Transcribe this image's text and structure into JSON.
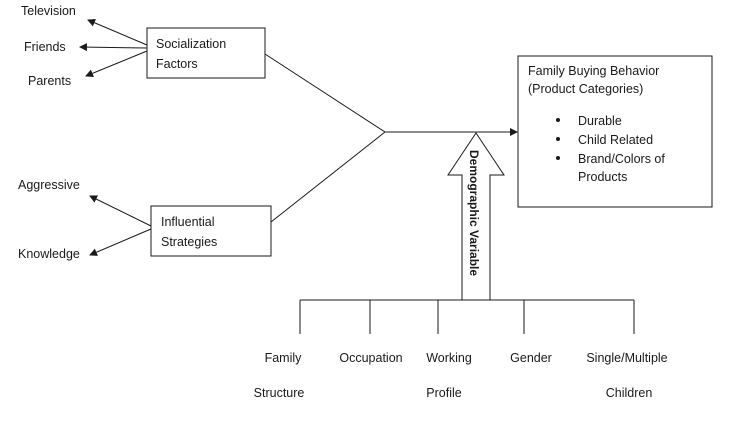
{
  "socialization": {
    "label_line1": "Socialization",
    "label_line2": "Factors",
    "sources": [
      "Television",
      "Friends",
      "Parents"
    ]
  },
  "influential": {
    "label_line1": "Influential",
    "label_line2": "Strategies",
    "sources": [
      "Aggressive",
      "Knowledge"
    ]
  },
  "buying_behavior": {
    "title_line1": "Family Buying Behavior",
    "title_line2": "(Product Categories)",
    "bullets": [
      [
        "Durable"
      ],
      [
        "Child Related"
      ],
      [
        "Brand/Colors of",
        "Products"
      ]
    ]
  },
  "demographic": {
    "label": "Demographic Variable",
    "items": [
      [
        "Family",
        "Structure"
      ],
      [
        "Occupation",
        ""
      ],
      [
        "Working",
        "Profile"
      ],
      [
        "Gender",
        ""
      ],
      [
        "Single/Multiple",
        "Children"
      ]
    ]
  }
}
